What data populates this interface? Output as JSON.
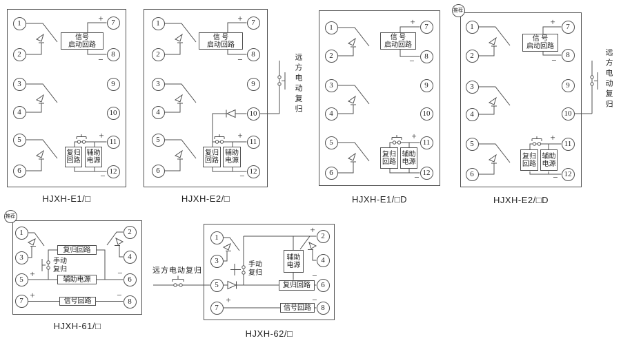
{
  "badges": {
    "recommended": "推荐"
  },
  "labels": {
    "remote_reset": "远方电动复归",
    "manual_reset": "手动\n复归"
  },
  "line_color": "#4f4f4f",
  "panels": [
    {
      "caption": "HJXH-E1/□",
      "terminals": [
        "1",
        "2",
        "3",
        "4",
        "5",
        "6",
        "7",
        "8",
        "9",
        "10",
        "11",
        "12"
      ],
      "boxes": {
        "signal": "信号\n启动回路",
        "reset": "复归\n回路",
        "aux": "辅助\n电源"
      },
      "signs": [
        "+",
        "−",
        "+",
        "−"
      ]
    },
    {
      "caption": "HJXH-E2/□",
      "terminals": [
        "1",
        "2",
        "3",
        "4",
        "5",
        "6",
        "7",
        "8",
        "9",
        "10",
        "11",
        "12"
      ],
      "boxes": {
        "signal": "信 号\n启动回路",
        "reset": "复归\n回路",
        "aux": "辅助\n电源"
      },
      "signs": [
        "+",
        "−",
        "+",
        "−"
      ]
    },
    {
      "caption": "HJXH-E1/□D",
      "terminals": [
        "1",
        "2",
        "3",
        "4",
        "5",
        "6",
        "7",
        "8",
        "9",
        "10",
        "11",
        "12"
      ],
      "boxes": {
        "signal": "信 号\n启动回路",
        "reset": "复归\n回路",
        "aux": "辅助\n电源"
      },
      "signs": [
        "+",
        "−",
        "+",
        "−"
      ]
    },
    {
      "caption": "HJXH-E2/□D",
      "terminals": [
        "1",
        "2",
        "3",
        "4",
        "5",
        "6",
        "7",
        "8",
        "9",
        "10",
        "11",
        "12"
      ],
      "boxes": {
        "signal": "信 号\n启动回路",
        "reset": "复归\n回路",
        "aux": "辅助\n电源"
      },
      "signs": [
        "+",
        "−",
        "+",
        "−"
      ]
    },
    {
      "caption": "HJXH-61/□",
      "terminals": [
        "1",
        "3",
        "5",
        "7",
        "2",
        "4",
        "6",
        "8"
      ],
      "boxes": {
        "reset": "复归回路",
        "aux": "辅助电源",
        "signal": "信号回路"
      },
      "signs": [
        "+",
        "−",
        "+",
        "−"
      ]
    },
    {
      "caption": "HJXH-62/□",
      "terminals": [
        "1",
        "3",
        "5",
        "7",
        "2",
        "4",
        "6",
        "8"
      ],
      "boxes": {
        "aux": "辅助\n电源",
        "reset": "复归回路",
        "signal": "信号回路"
      },
      "signs": [
        "+",
        "−",
        "+",
        "−"
      ]
    }
  ]
}
